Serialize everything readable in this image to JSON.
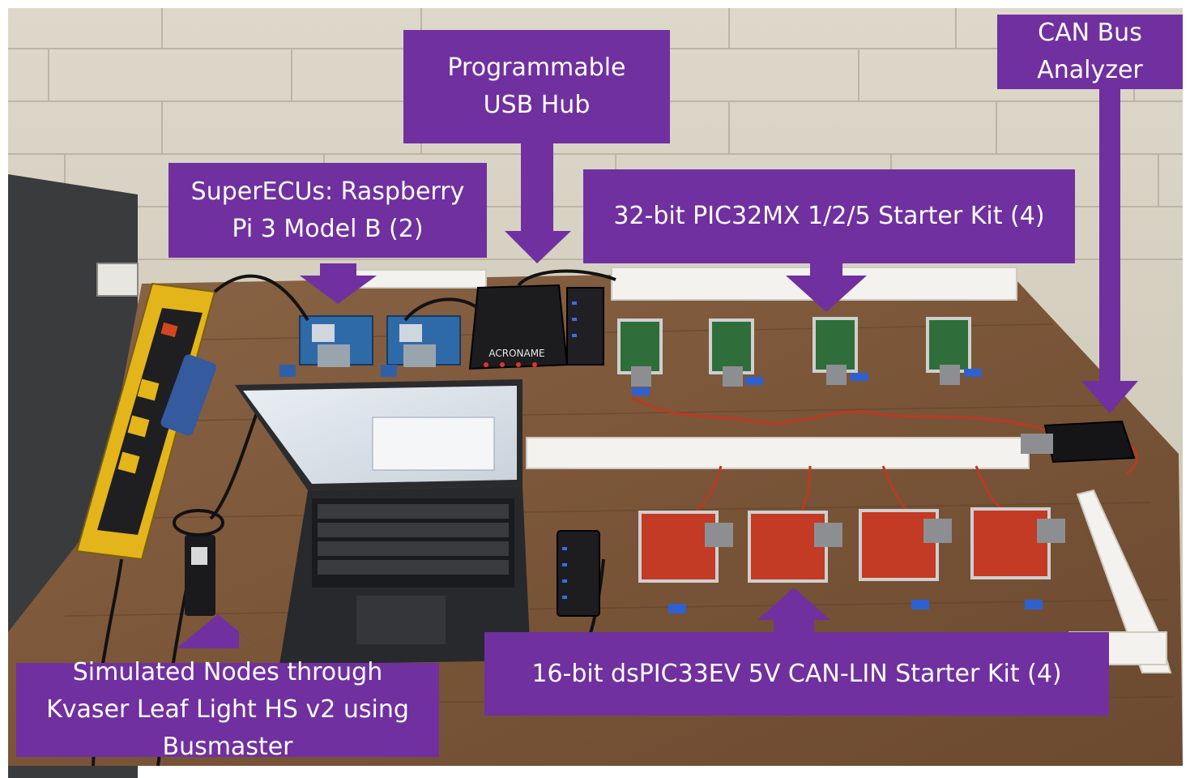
{
  "photo": {
    "description_free": true,
    "acroname_label": "ACRONAME",
    "colors": {
      "wall": "#d9d3c4",
      "table": "#7a5638",
      "label_bg": "#7030a0",
      "label_text": "#ffffff"
    }
  },
  "callouts": [
    {
      "id": "usb-hub",
      "lines": [
        "Programmable",
        "USB Hub"
      ]
    },
    {
      "id": "can-analyzer",
      "lines": [
        "CAN Bus",
        "Analyzer"
      ]
    },
    {
      "id": "superecu",
      "lines": [
        "SuperECUs: Raspberry",
        "Pi 3 Model B (2)"
      ]
    },
    {
      "id": "pic32",
      "lines": [
        "32-bit PIC32MX 1/2/5 Starter Kit (4)"
      ]
    },
    {
      "id": "simulated-nodes",
      "lines": [
        "Simulated Nodes through",
        "Kvaser Leaf Light HS v2 using",
        "Busmaster"
      ]
    },
    {
      "id": "dspic",
      "lines": [
        "16-bit dsPIC33EV 5V CAN-LIN Starter Kit (4)"
      ]
    }
  ]
}
